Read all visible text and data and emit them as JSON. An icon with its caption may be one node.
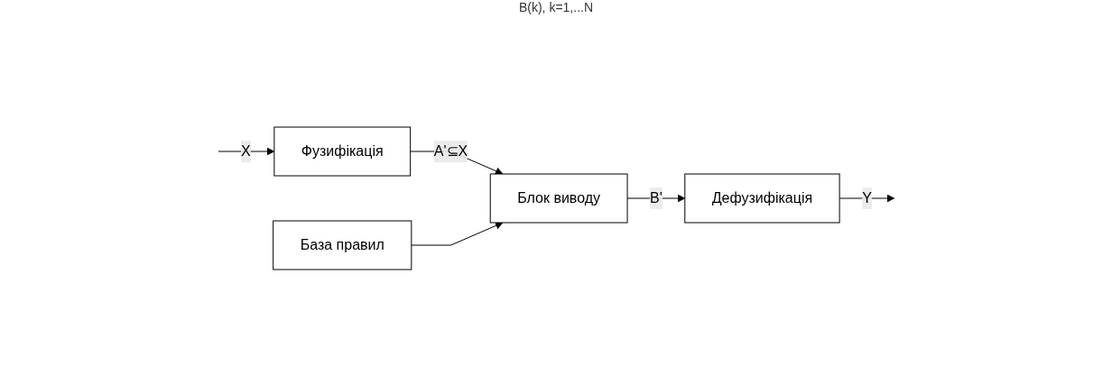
{
  "diagram": {
    "nodes": [
      {
        "text": [
          "Фузифікація"
        ]
      },
      {
        "text": [
          "База правил"
        ]
      },
      {
        "text": [
          "Блок виводу"
        ]
      },
      {
        "text": [
          "Дефузифікація"
        ]
      }
    ],
    "edges": [
      {
        "from": null,
        "to": 0,
        "arrow": "to",
        "label": "X"
      },
      {
        "from": 0,
        "to": 2,
        "arrow": "to",
        "label": "A'⊆X"
      },
      {
        "from": 1,
        "to": 2,
        "arrow": "to"
      },
      {
        "from": 2,
        "to": 3,
        "arrow": "to",
        "label": "B'"
      },
      {
        "from": 3,
        "to": null,
        "arrow": "to",
        "label": "Y"
      }
    ],
    "labels": [
      "B(k), k=1,...N"
    ]
  }
}
